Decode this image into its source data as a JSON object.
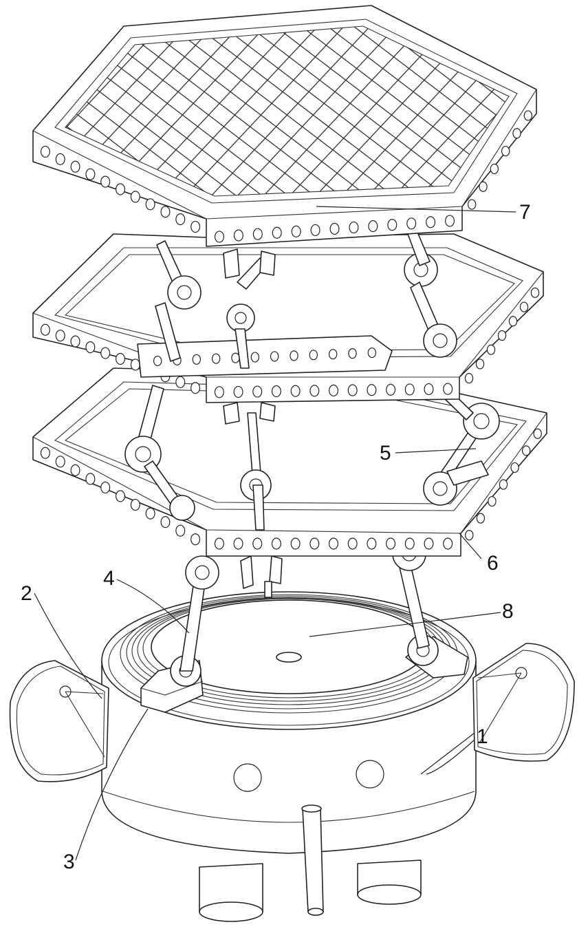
{
  "callouts": [
    {
      "id": "body",
      "label": "1"
    },
    {
      "id": "side-wing",
      "label": "2"
    },
    {
      "id": "hinge-bracket",
      "label": "3"
    },
    {
      "id": "support-arm",
      "label": "4"
    },
    {
      "id": "connecting-link",
      "label": "5"
    },
    {
      "id": "hexagon-frame",
      "label": "6"
    },
    {
      "id": "mesh-tray",
      "label": "7"
    },
    {
      "id": "top-plate",
      "label": "8"
    }
  ]
}
